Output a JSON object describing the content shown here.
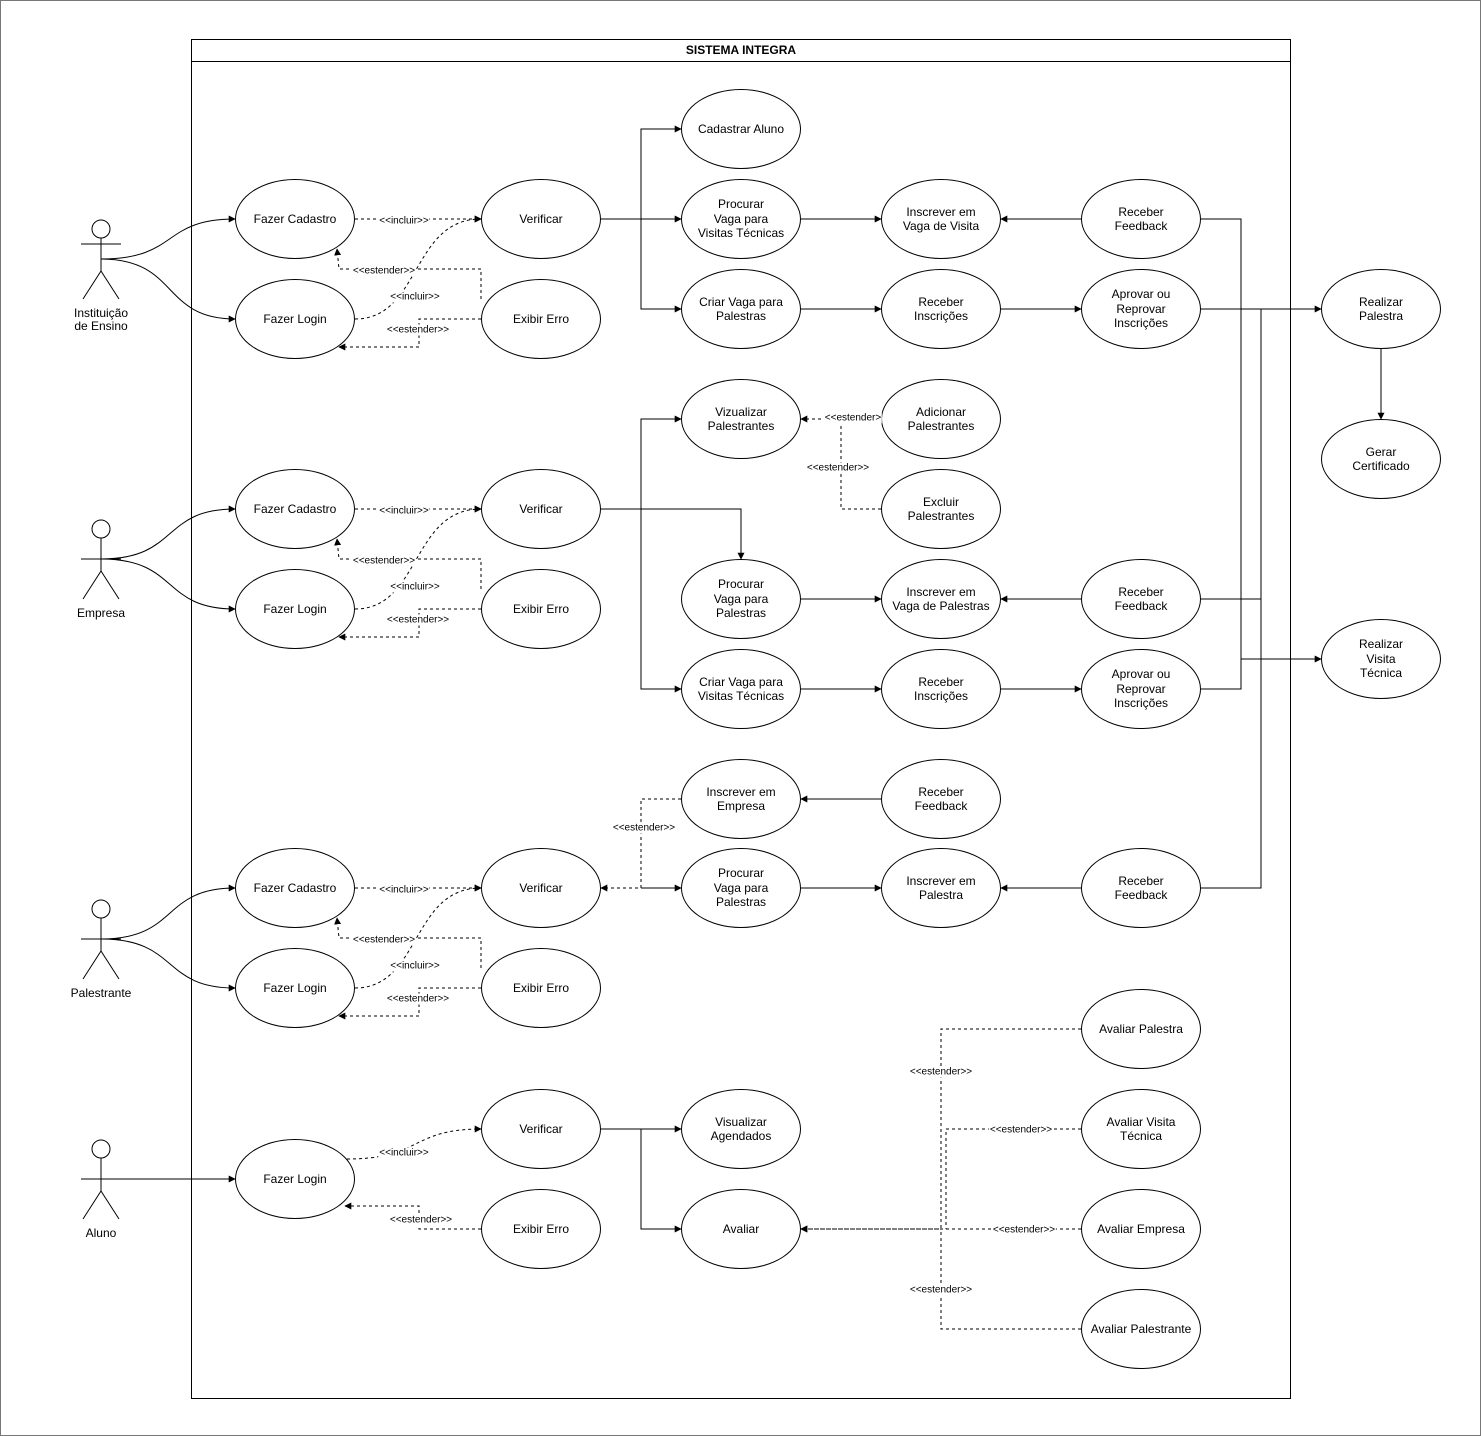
{
  "diagram": {
    "title": "SISTEMA INTEGRA",
    "actors": [
      {
        "id": "instituicao",
        "label": "Instituição\nde Ensino"
      },
      {
        "id": "empresa",
        "label": "Empresa"
      },
      {
        "id": "palestrante",
        "label": "Palestrante"
      },
      {
        "id": "aluno",
        "label": "Aluno"
      }
    ],
    "use_cases": [
      {
        "id": "ie_cad",
        "label": "Fazer Cadastro"
      },
      {
        "id": "ie_login",
        "label": "Fazer Login"
      },
      {
        "id": "ie_ver",
        "label": "Verificar"
      },
      {
        "id": "ie_erro",
        "label": "Exibir Erro"
      },
      {
        "id": "ie_cadal",
        "label": "Cadastrar Aluno"
      },
      {
        "id": "ie_procvisit",
        "label": "Procurar\nVaga para\nVisitas Técnicas"
      },
      {
        "id": "ie_criapal",
        "label": "Criar Vaga para\nPalestras"
      },
      {
        "id": "ie_insvis",
        "label": "Inscrever em\nVaga de Visita"
      },
      {
        "id": "ie_recins",
        "label": "Receber\nInscrições"
      },
      {
        "id": "ie_fb",
        "label": "Receber\nFeedback"
      },
      {
        "id": "ie_apr",
        "label": "Aprovar ou\nReprovar\nInscrições"
      },
      {
        "id": "realpal",
        "label": "Realizar\nPalestra"
      },
      {
        "id": "cert",
        "label": "Gerar\nCertificado"
      },
      {
        "id": "realvis",
        "label": "Realizar\nVisita\nTécnica"
      },
      {
        "id": "em_cad",
        "label": "Fazer Cadastro"
      },
      {
        "id": "em_login",
        "label": "Fazer Login"
      },
      {
        "id": "em_ver",
        "label": "Verificar"
      },
      {
        "id": "em_erro",
        "label": "Exibir Erro"
      },
      {
        "id": "em_viz",
        "label": "Vizualizar\nPalestrantes"
      },
      {
        "id": "em_add",
        "label": "Adicionar\nPalestrantes"
      },
      {
        "id": "em_exc",
        "label": "Excluir\nPalestrantes"
      },
      {
        "id": "em_procpal",
        "label": "Procurar\nVaga para\nPalestras"
      },
      {
        "id": "em_inspal",
        "label": "Inscrever em\nVaga de Palestras"
      },
      {
        "id": "em_fb",
        "label": "Receber\nFeedback"
      },
      {
        "id": "em_criavis",
        "label": "Criar Vaga para\nVisitas Técnicas"
      },
      {
        "id": "em_recins",
        "label": "Receber\nInscrições"
      },
      {
        "id": "em_apr",
        "label": "Aprovar ou\nReprovar\nInscrições"
      },
      {
        "id": "pa_insemp",
        "label": "Inscrever em\nEmpresa"
      },
      {
        "id": "pa_fb1",
        "label": "Receber\nFeedback"
      },
      {
        "id": "pa_cad",
        "label": "Fazer Cadastro"
      },
      {
        "id": "pa_ver",
        "label": "Verificar"
      },
      {
        "id": "pa_procpal",
        "label": "Procurar\nVaga para\nPalestras"
      },
      {
        "id": "pa_inspal",
        "label": "Inscrever em\nPalestra"
      },
      {
        "id": "pa_fb2",
        "label": "Receber\nFeedback"
      },
      {
        "id": "pa_login",
        "label": "Fazer Login"
      },
      {
        "id": "pa_erro",
        "label": "Exibir Erro"
      },
      {
        "id": "al_avpal",
        "label": "Avaliar Palestra"
      },
      {
        "id": "al_ver",
        "label": "Verificar"
      },
      {
        "id": "al_vag",
        "label": "Visualizar\nAgendados"
      },
      {
        "id": "al_avvis",
        "label": "Avaliar Visita\nTécnica"
      },
      {
        "id": "al_login",
        "label": "Fazer Login"
      },
      {
        "id": "al_erro",
        "label": "Exibir Erro"
      },
      {
        "id": "al_av",
        "label": "Avaliar"
      },
      {
        "id": "al_avemp",
        "label": "Avaliar Empresa"
      },
      {
        "id": "al_avpl",
        "label": "Avaliar Palestrante"
      }
    ],
    "relation_labels": {
      "incluir": "<<incluir>>",
      "estender": "<<estender>>",
      "estender_a": "<<estender>",
      "estender_b": "<<estender>>",
      "estender_c": "<<estender>>"
    }
  }
}
